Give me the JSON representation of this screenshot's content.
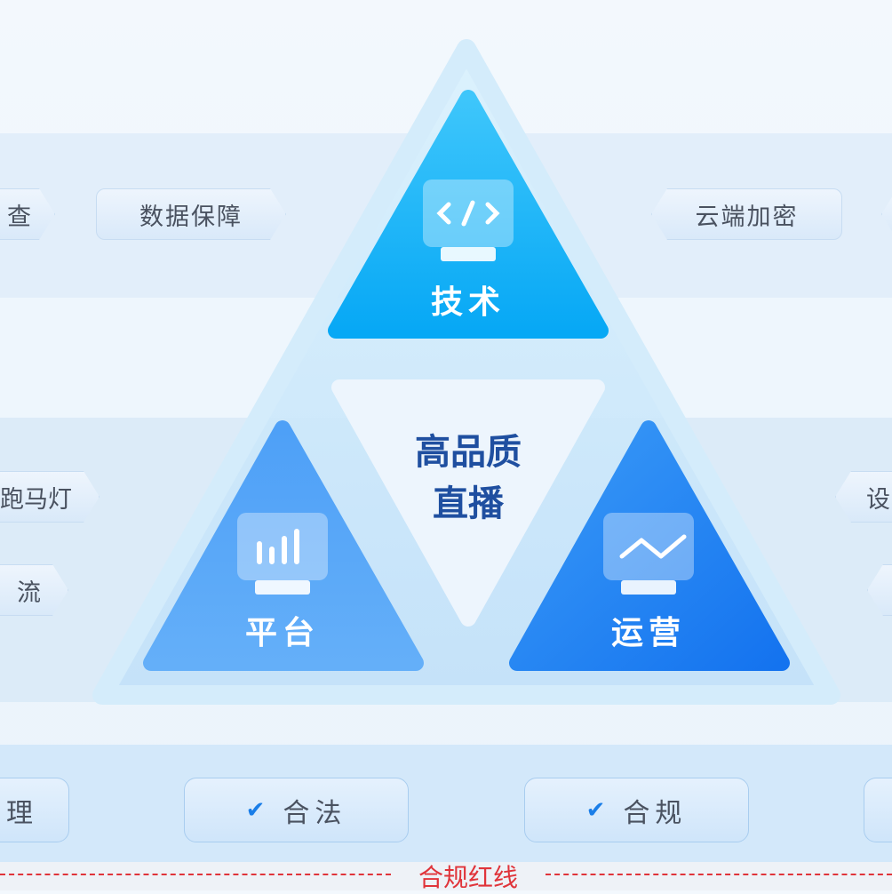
{
  "pyramid": {
    "center_line1": "高品质",
    "center_line2": "直播",
    "top": {
      "label": "技术",
      "icon": "code-monitor-icon",
      "color": "#12b0f7"
    },
    "left": {
      "label": "平台",
      "icon": "bar-chart-monitor-icon",
      "color": "#5aa8f8"
    },
    "right": {
      "label": "运营",
      "icon": "trend-line-monitor-icon",
      "color": "#2088f3"
    }
  },
  "left_tags": [
    "查",
    "数据保障",
    "跑马灯",
    "流"
  ],
  "right_tags": [
    "云端加密",
    "设"
  ],
  "bottom_buttons": [
    {
      "label": "理",
      "checked": false
    },
    {
      "label": "合法",
      "checked": true
    },
    {
      "label": "合规",
      "checked": true
    },
    {
      "label": "",
      "checked": false
    }
  ],
  "redline_label": "合规红线",
  "colors": {
    "redline": "#e0343a",
    "accent_text": "#1f4fa0"
  }
}
